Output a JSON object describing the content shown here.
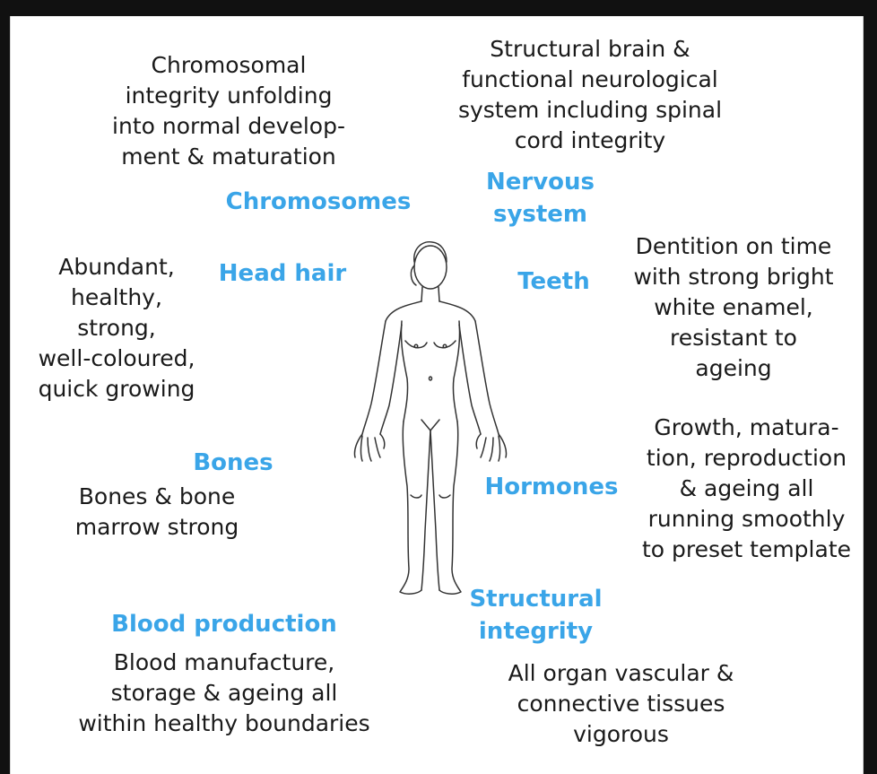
{
  "colors": {
    "label": "#3aa5e8",
    "text": "#1a1a1a",
    "frame": "#111111"
  },
  "figure": {
    "icon": "human-body-outline"
  },
  "labels": {
    "chromosomes": "Chromosomes",
    "nervous_system": "Nervous\nsystem",
    "head_hair": "Head hair",
    "teeth": "Teeth",
    "bones": "Bones",
    "hormones": "Hormones",
    "blood_production": "Blood production",
    "structural_integrity": "Structural\nintegrity"
  },
  "descriptions": {
    "chromosomes": "Chromosomal\nintegrity unfolding\ninto normal develop-\nment & maturation",
    "nervous_system": "Structural brain &\nfunctional neurological\nsystem including spinal\ncord integrity",
    "head_hair": "Abundant,\nhealthy,\nstrong,\nwell-coloured,\nquick growing",
    "teeth": "Dentition on time\nwith strong bright\nwhite enamel,\nresistant to\nageing",
    "bones": "Bones & bone\nmarrow strong",
    "hormones": "Growth, matura-\ntion, reproduction\n& ageing all\nrunning smoothly\nto preset template",
    "blood_production": "Blood manufacture,\nstorage & ageing all\nwithin healthy boundaries",
    "structural_integrity": "All organ vascular &\nconnective tissues\nvigorous"
  }
}
